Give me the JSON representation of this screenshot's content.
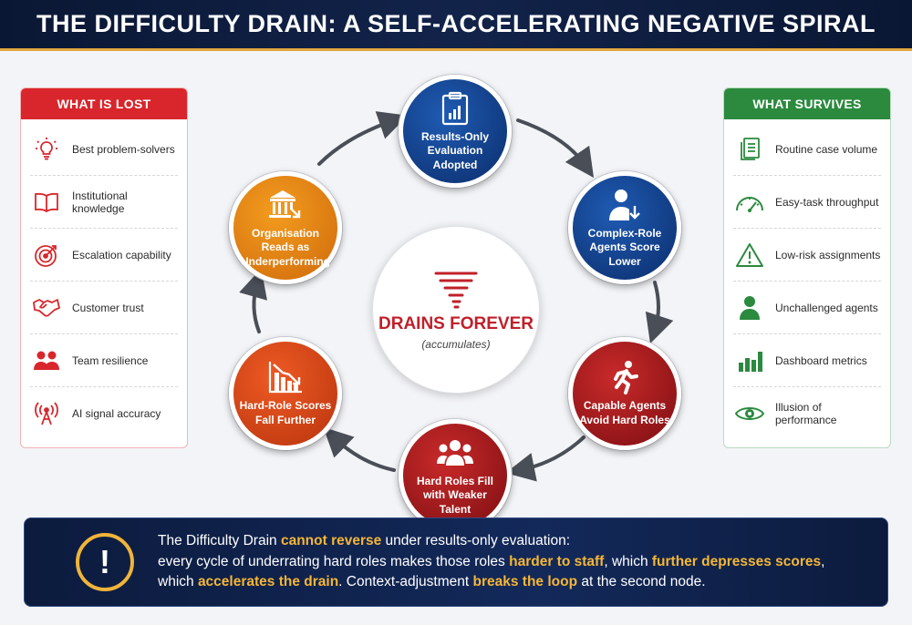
{
  "title": "THE DIFFICULTY DRAIN: A SELF-ACCELERATING NEGATIVE SPIRAL",
  "lost": {
    "heading": "WHAT IS LOST",
    "accent": "#d8262c",
    "items": [
      {
        "label": "Best problem-solvers",
        "icon": "lightbulb-icon"
      },
      {
        "label": "Institutional knowledge",
        "icon": "book-icon"
      },
      {
        "label": "Escalation capability",
        "icon": "target-icon"
      },
      {
        "label": "Customer trust",
        "icon": "handshake-icon"
      },
      {
        "label": "Team resilience",
        "icon": "team-icon"
      },
      {
        "label": "AI signal accuracy",
        "icon": "antenna-icon"
      }
    ]
  },
  "survives": {
    "heading": "WHAT SURVIVES",
    "accent": "#2b8a3e",
    "items": [
      {
        "label": "Routine case volume",
        "icon": "documents-icon"
      },
      {
        "label": "Easy-task throughput",
        "icon": "gauge-icon"
      },
      {
        "label": "Low-risk assignments",
        "icon": "warning-icon"
      },
      {
        "label": "Unchallenged agents",
        "icon": "person-icon"
      },
      {
        "label": "Dashboard metrics",
        "icon": "bar-chart-icon"
      },
      {
        "label": "Illusion of performance",
        "icon": "eye-icon"
      }
    ]
  },
  "cycle": {
    "nodes": [
      {
        "label": "Results-Only Evaluation Adopted",
        "icon": "clipboard-chart-icon"
      },
      {
        "label": "Complex-Role Agents Score Lower",
        "icon": "person-down-icon"
      },
      {
        "label": "Capable Agents Avoid Hard Roles",
        "icon": "running-person-icon"
      },
      {
        "label": "Hard Roles Fill with Weaker Talent",
        "icon": "group-icon"
      },
      {
        "label": "Hard-Role Scores Fall Further",
        "icon": "declining-chart-icon"
      },
      {
        "label": "Organisation Reads as Underperforming",
        "icon": "building-down-icon"
      }
    ],
    "center": {
      "title": "DRAINS FOREVER",
      "subtitle": "(accumulates)",
      "icon": "tornado-icon"
    }
  },
  "callout": {
    "icon": "exclamation-icon",
    "segments": [
      [
        "The Difficulty Drain ",
        false
      ],
      [
        "cannot reverse",
        true
      ],
      [
        " under results-only evaluation:",
        false
      ],
      [
        "every cycle of underrating hard roles makes those roles ",
        false
      ],
      [
        "harder to staff",
        true
      ],
      [
        ", which ",
        false
      ],
      [
        "further depresses scores",
        true
      ],
      [
        ",",
        false
      ],
      [
        "which ",
        false
      ],
      [
        "accelerates the drain",
        true
      ],
      [
        ". Context-adjustment ",
        false
      ],
      [
        "breaks the loop",
        true
      ],
      [
        " at the second node.",
        false
      ]
    ]
  }
}
